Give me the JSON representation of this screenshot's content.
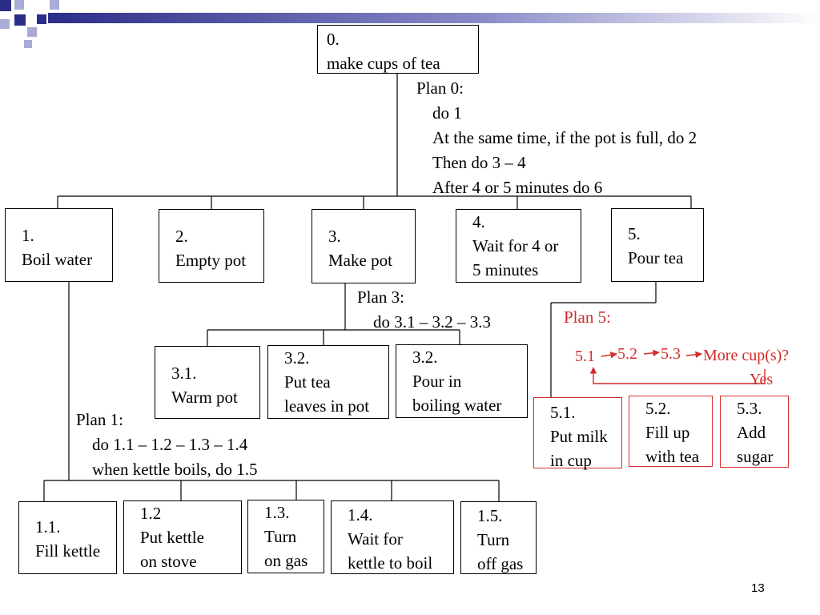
{
  "nodes": {
    "n0": {
      "num": "0.",
      "label": "make cups of tea"
    },
    "n1": {
      "num": "1.",
      "label": "Boil water"
    },
    "n2": {
      "num": "2.",
      "label": "Empty pot"
    },
    "n3": {
      "num": "3.",
      "label": "Make pot"
    },
    "n4": {
      "num": "4.",
      "line1": "Wait for 4 or",
      "line2": "5 minutes"
    },
    "n5": {
      "num": "5.",
      "label": "Pour tea"
    },
    "n3_1": {
      "num": "3.1.",
      "label": "Warm pot"
    },
    "n3_2a": {
      "num": "3.2.",
      "line1": "Put tea",
      "line2": "leaves in pot"
    },
    "n3_2b": {
      "num": "3.2.",
      "line1": "Pour in",
      "line2": "boiling water"
    },
    "n5_1": {
      "num": "5.1.",
      "line1": "Put milk",
      "line2": "in cup"
    },
    "n5_2": {
      "num": "5.2.",
      "line1": "Fill up",
      "line2": "with tea"
    },
    "n5_3": {
      "num": "5.3.",
      "line1": "Add",
      "line2": "sugar"
    },
    "n1_1": {
      "num": "1.1.",
      "label": "Fill kettle"
    },
    "n1_2": {
      "num": "1.2",
      "line1": "Put kettle",
      "line2": "on stove"
    },
    "n1_3": {
      "num": "1.3.",
      "line1": "Turn",
      "line2": "on gas"
    },
    "n1_4": {
      "num": "1.4.",
      "line1": "Wait for",
      "line2": "kettle to boil"
    },
    "n1_5": {
      "num": "1.5.",
      "line1": "Turn",
      "line2": "off gas"
    }
  },
  "plans": {
    "plan0": {
      "title": "Plan 0:",
      "lines": [
        "do 1",
        "At the same time, if the pot is full, do 2",
        "Then do 3 – 4",
        "After 4 or 5 minutes do  6"
      ]
    },
    "plan3": {
      "title": "Plan 3:",
      "lines": [
        "do 3.1 – 3.2 – 3.3"
      ]
    },
    "plan1": {
      "title": "Plan 1:",
      "lines": [
        "do 1.1 – 1.2 – 1.3 – 1.4",
        "when kettle boils, do 1.5"
      ]
    },
    "plan5": {
      "title": "Plan 5:"
    }
  },
  "flow5": {
    "step1": "5.1",
    "step2": "5.2",
    "step3": "5.3",
    "question": "More cup(s)?",
    "yes": "Yes"
  },
  "page_number": "13",
  "colors": {
    "plan5_red": "#d42a2a",
    "deco_dark": "#2b2e88",
    "deco_light": "#a9abd8"
  }
}
